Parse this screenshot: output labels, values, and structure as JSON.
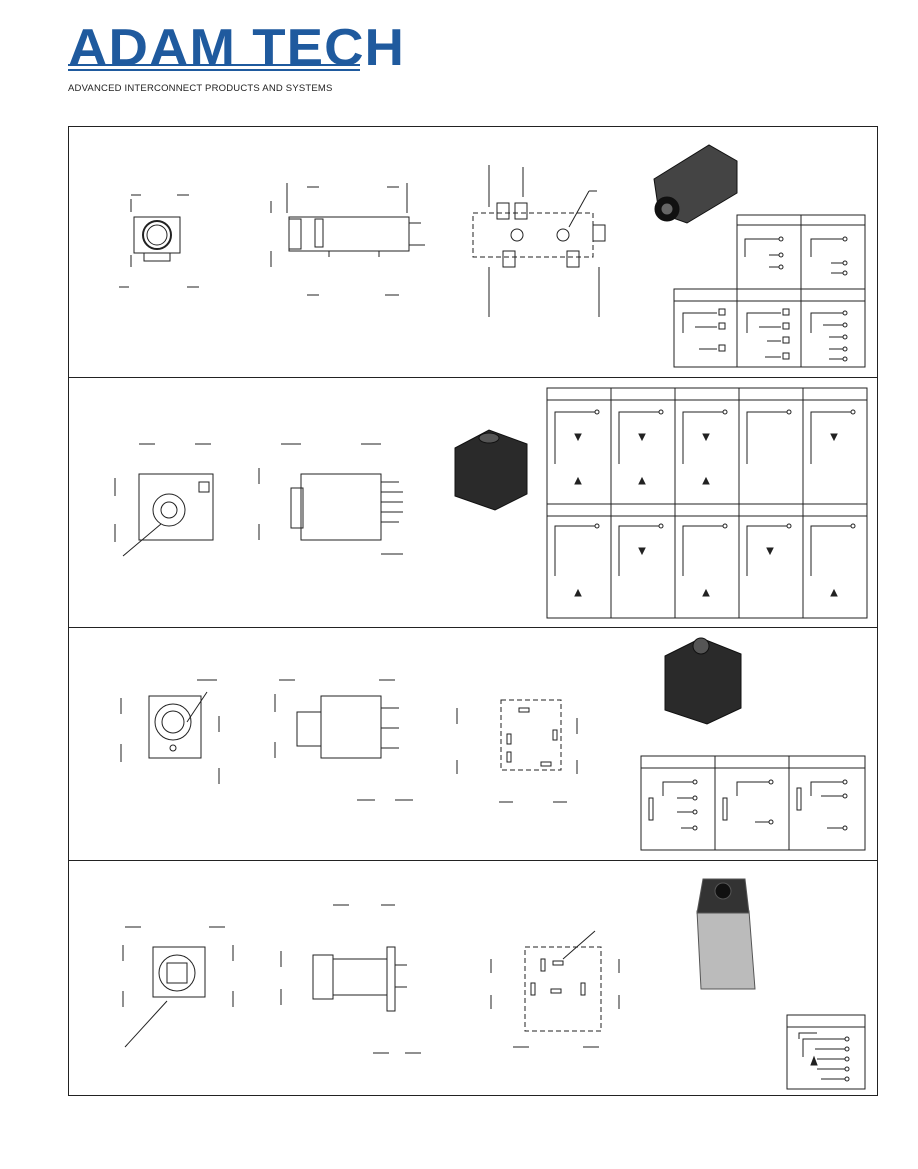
{
  "brand": {
    "name": "ADAM TECH",
    "tagline": "ADVANCED INTERCONNECT PRODUCTS AND SYSTEMS",
    "color": "#1f5a9e"
  },
  "sections": [
    {
      "id": "section-1",
      "schematic_grid": {
        "rows": 2,
        "cols": 3
      }
    },
    {
      "id": "section-2",
      "schematic_grid": {
        "rows": 2,
        "cols": 5
      }
    },
    {
      "id": "section-3",
      "schematic_grid": {
        "rows": 1,
        "cols": 3
      }
    },
    {
      "id": "section-4",
      "schematic_grid": {
        "rows": 1,
        "cols": 1
      }
    }
  ],
  "colors": {
    "line": "#222222",
    "accent": "#1f5a9e"
  }
}
